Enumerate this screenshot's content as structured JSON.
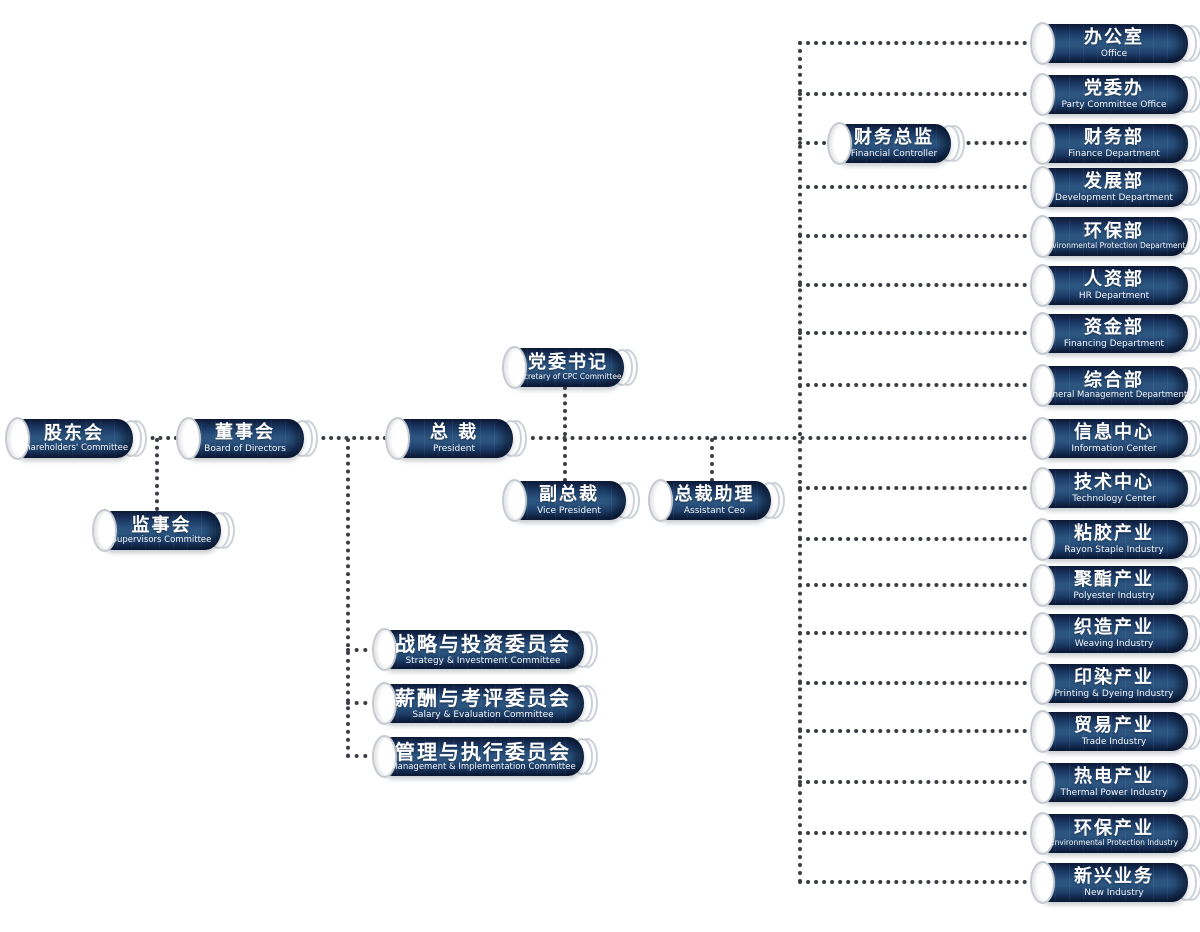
{
  "diagram": {
    "type": "org-chart",
    "background": "#ffffff",
    "palette": {
      "cylinder_blue_mid": "#2b547f",
      "cylinder_blue_dark": "#0c1b38",
      "cylinder_ring_border": "#ccd1d8",
      "chain_color": "#3a3e44",
      "text_color": "#ffffff"
    },
    "nodes": [
      {
        "id": "shareholders-committee",
        "zh": "股东会",
        "en": "Shareholders' Committee"
      },
      {
        "id": "board-of-directors",
        "zh": "董事会",
        "en": "Board of Directors"
      },
      {
        "id": "supervisors-committee",
        "zh": "监事会",
        "en": "Supervisors Committee"
      },
      {
        "id": "president",
        "zh": "总 裁",
        "en": "President"
      },
      {
        "id": "cpc-secretary",
        "zh": "党委书记",
        "en": "Secretary of CPC Committee"
      },
      {
        "id": "vice-president",
        "zh": "副总裁",
        "en": "Vice President"
      },
      {
        "id": "assistant-ceo",
        "zh": "总裁助理",
        "en": "Assistant Ceo"
      },
      {
        "id": "strategy-investment-committee",
        "zh": "战略与投资委员会",
        "en": "Strategy & Investment Committee"
      },
      {
        "id": "salary-evaluation-committee",
        "zh": "薪酬与考评委员会",
        "en": "Salary & Evaluation Committee"
      },
      {
        "id": "management-implementation-committee",
        "zh": "管理与执行委员会",
        "en": "Management & Implementation Committee"
      },
      {
        "id": "financial-controller",
        "zh": "财务总监",
        "en": "Financial Controller"
      },
      {
        "id": "office",
        "zh": "办公室",
        "en": "Office"
      },
      {
        "id": "party-committee-office",
        "zh": "党委办",
        "en": "Party Committee Office"
      },
      {
        "id": "finance-department",
        "zh": "财务部",
        "en": "Finance Department"
      },
      {
        "id": "development-department",
        "zh": "发展部",
        "en": "Development Department"
      },
      {
        "id": "environmental-protection-department",
        "zh": "环保部",
        "en": "Environmental Protection Department"
      },
      {
        "id": "hr-department",
        "zh": "人资部",
        "en": "HR Department"
      },
      {
        "id": "financing-department",
        "zh": "资金部",
        "en": "Financing Department"
      },
      {
        "id": "general-management-department",
        "zh": "综合部",
        "en": "General Management Department"
      },
      {
        "id": "information-center",
        "zh": "信息中心",
        "en": "Information Center"
      },
      {
        "id": "technology-center",
        "zh": "技术中心",
        "en": "Technology Center"
      },
      {
        "id": "rayon-staple-industry",
        "zh": "粘胶产业",
        "en": "Rayon Staple Industry"
      },
      {
        "id": "polyester-industry",
        "zh": "聚酯产业",
        "en": "Polyester Industry"
      },
      {
        "id": "weaving-industry",
        "zh": "织造产业",
        "en": "Weaving Industry"
      },
      {
        "id": "printing-dyeing-industry",
        "zh": "印染产业",
        "en": "Printing & Dyeing Industry"
      },
      {
        "id": "trade-industry",
        "zh": "贸易产业",
        "en": "Trade Industry"
      },
      {
        "id": "thermal-power-industry",
        "zh": "热电产业",
        "en": "Thermal Power Industry"
      },
      {
        "id": "environmental-protection-industry",
        "zh": "环保产业",
        "en": "Environmental Protection Industry"
      },
      {
        "id": "new-industry",
        "zh": "新兴业务",
        "en": "New Industry"
      }
    ],
    "edges": [
      [
        "shareholders-committee",
        "board-of-directors"
      ],
      [
        "shareholders-committee",
        "supervisors-committee"
      ],
      [
        "board-of-directors",
        "president"
      ],
      [
        "board-of-directors",
        "strategy-investment-committee"
      ],
      [
        "board-of-directors",
        "salary-evaluation-committee"
      ],
      [
        "board-of-directors",
        "management-implementation-committee"
      ],
      [
        "president",
        "cpc-secretary"
      ],
      [
        "president",
        "vice-president"
      ],
      [
        "president",
        "assistant-ceo"
      ],
      [
        "president",
        "financial-controller"
      ],
      [
        "financial-controller",
        "finance-department"
      ],
      [
        "president",
        "office"
      ],
      [
        "president",
        "party-committee-office"
      ],
      [
        "president",
        "development-department"
      ],
      [
        "president",
        "environmental-protection-department"
      ],
      [
        "president",
        "hr-department"
      ],
      [
        "president",
        "financing-department"
      ],
      [
        "president",
        "general-management-department"
      ],
      [
        "president",
        "information-center"
      ],
      [
        "president",
        "technology-center"
      ],
      [
        "president",
        "rayon-staple-industry"
      ],
      [
        "president",
        "polyester-industry"
      ],
      [
        "president",
        "weaving-industry"
      ],
      [
        "president",
        "printing-dyeing-industry"
      ],
      [
        "president",
        "trade-industry"
      ],
      [
        "president",
        "thermal-power-industry"
      ],
      [
        "president",
        "environmental-protection-industry"
      ],
      [
        "president",
        "new-industry"
      ]
    ]
  }
}
